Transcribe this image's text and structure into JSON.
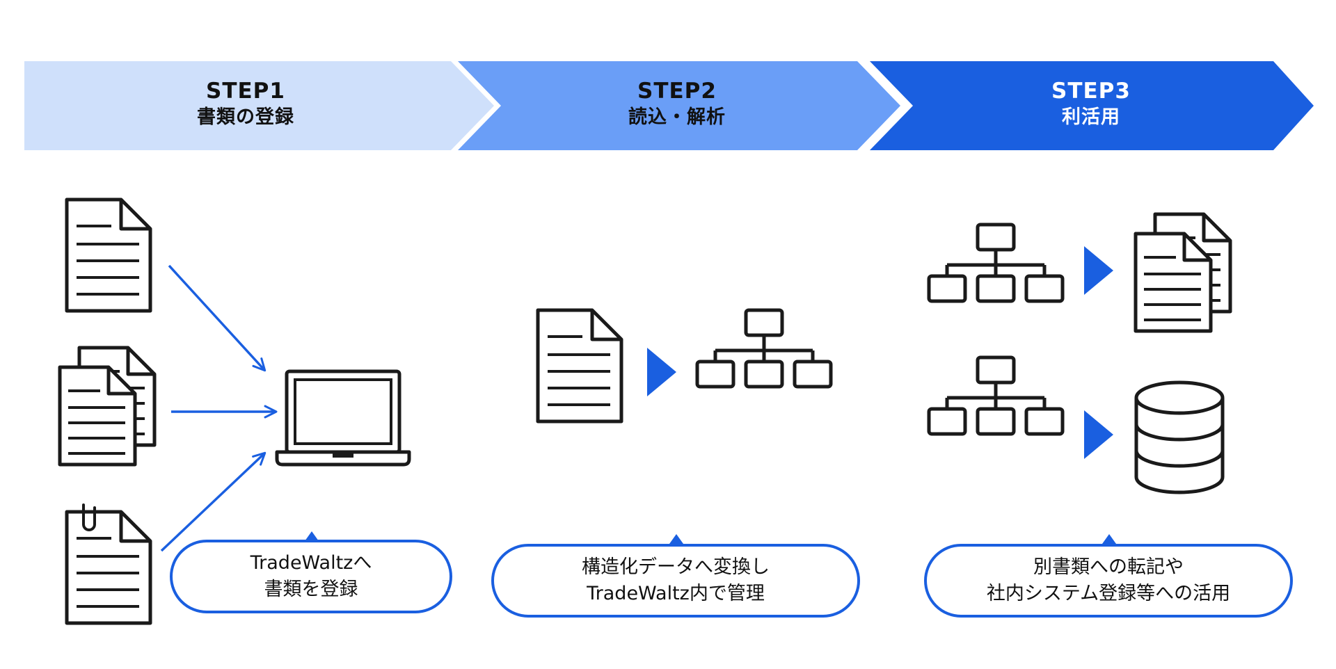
{
  "steps": [
    {
      "number": "STEP1",
      "name": "書類の登録"
    },
    {
      "number": "STEP2",
      "name": "読込・解析"
    },
    {
      "number": "STEP3",
      "name": "利活用"
    }
  ],
  "bubbles": [
    {
      "line1": "TradeWaltzへ",
      "line2": "書類を登録"
    },
    {
      "line1": "構造化データへ変換し",
      "line2": "TradeWaltz内で管理"
    },
    {
      "line1": "別書類への転記や",
      "line2": "社内システム登録等への活用"
    }
  ],
  "colors": {
    "step1_fill": "#cfe0fb",
    "step2_fill": "#6a9ef7",
    "step3_fill": "#1a5fe0",
    "accent": "#1a5fe0",
    "icon_stroke": "#1a1a1a"
  },
  "icons": {
    "step1_sources": [
      "document-icon",
      "multiple-documents-icon",
      "attached-document-icon"
    ],
    "step1_target": "laptop-icon",
    "step2": [
      "document-icon",
      "hierarchy-icon"
    ],
    "step3": [
      "hierarchy-icon",
      "multiple-documents-icon",
      "hierarchy-icon",
      "database-icon"
    ]
  }
}
